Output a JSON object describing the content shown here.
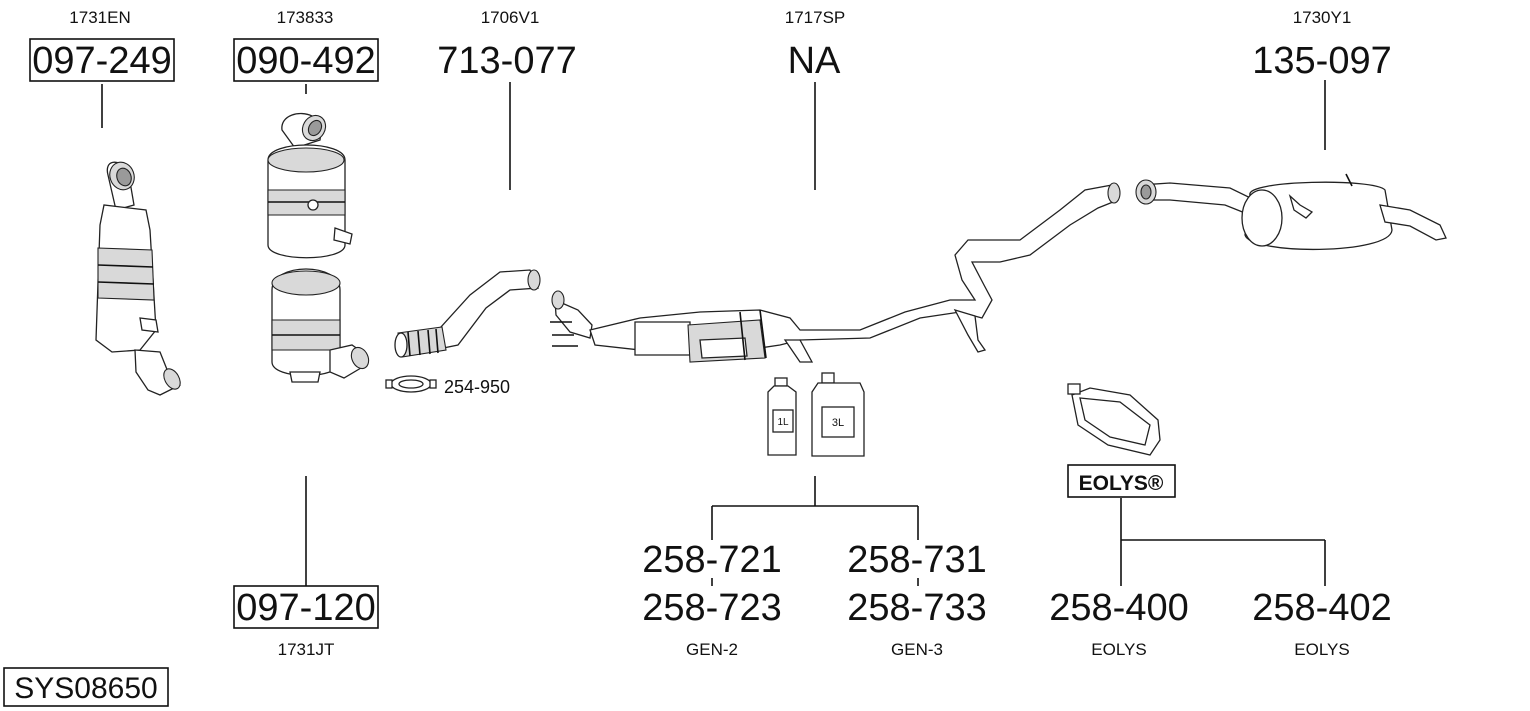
{
  "sys_id": "SYS08650",
  "parts": [
    {
      "ref": "1731EN",
      "number": "097-249",
      "boxed": true
    },
    {
      "ref": "173833",
      "number": "090-492",
      "boxed": true
    },
    {
      "ref": "1706V1",
      "number": "713-077",
      "boxed": false
    },
    {
      "ref": "1717SP",
      "number": "NA",
      "boxed": false
    },
    {
      "ref": "1730Y1",
      "number": "135-097",
      "boxed": false
    },
    {
      "ref": "1731JT",
      "number": "097-120",
      "boxed": true
    }
  ],
  "clamp_number": "254-950",
  "bottles": {
    "small_label": "1L",
    "large_label": "3L"
  },
  "brand_logo": "EOLYS®",
  "additives": [
    {
      "top": "258-721",
      "bottom": "258-723",
      "caption": "GEN-2"
    },
    {
      "top": "258-731",
      "bottom": "258-733",
      "caption": "GEN-3"
    },
    {
      "top": "258-400",
      "caption": "EOLYS"
    },
    {
      "top": "258-402",
      "caption": "EOLYS"
    }
  ]
}
